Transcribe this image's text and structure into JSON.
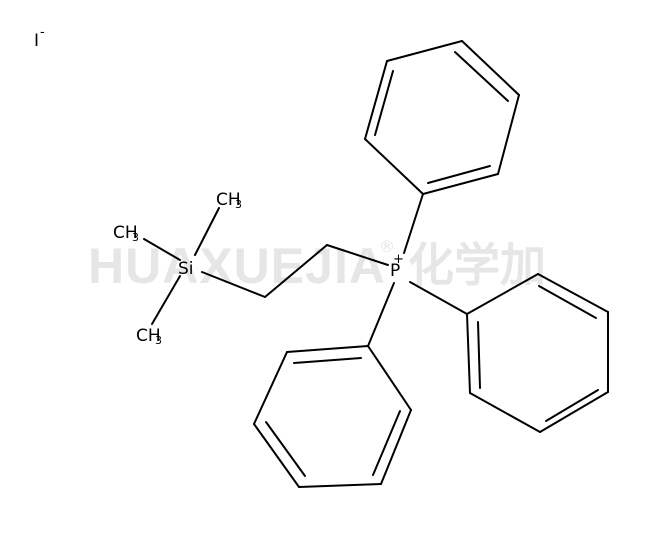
{
  "watermark": {
    "latin": "HUAXUEJIA",
    "registered": "®",
    "cjk": "化学加"
  },
  "counter_ion": {
    "symbol": "I",
    "charge": "-"
  },
  "atoms": {
    "phosphorus": {
      "symbol": "P",
      "charge": "+"
    },
    "silicon": {
      "symbol": "Si"
    },
    "methyl_top": {
      "main": "CH",
      "sub": "3"
    },
    "methyl_left": {
      "main": "CH",
      "sub": "3"
    },
    "methyl_bottom": {
      "main": "CH",
      "sub": "3"
    }
  }
}
